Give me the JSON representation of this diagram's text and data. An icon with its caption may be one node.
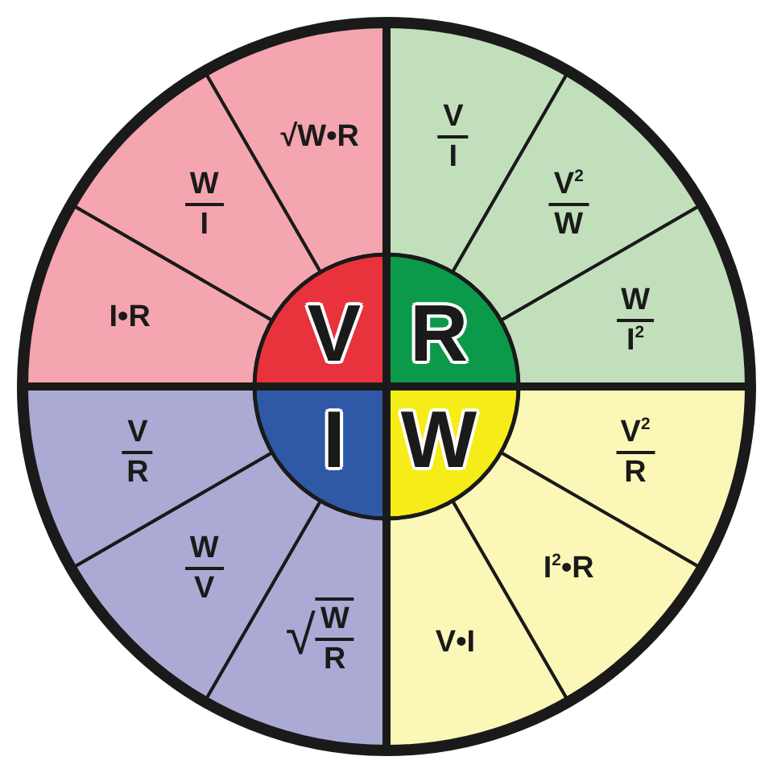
{
  "diagram": {
    "nodes": [
      {
        "text": [
          "V"
        ]
      },
      {
        "text": [
          "R"
        ]
      },
      {
        "text": [
          "I"
        ]
      },
      {
        "text": [
          "W"
        ]
      },
      {
        "text": [
          "√W•R"
        ]
      },
      {
        "text": [
          "W",
          "I"
        ]
      },
      {
        "text": [
          "I•R"
        ]
      },
      {
        "text": [
          "V",
          "I"
        ]
      },
      {
        "text": [
          "V$^{2}$",
          "W"
        ]
      },
      {
        "text": [
          "W",
          "I$^{2}$"
        ]
      },
      {
        "text": [
          "V$^{2}$",
          "R"
        ]
      },
      {
        "text": [
          "I$^{2}$•R"
        ]
      },
      {
        "text": [
          "V•I"
        ]
      },
      {
        "text": [
          "√",
          "W",
          "R"
        ]
      },
      {
        "text": [
          "W",
          "V"
        ]
      },
      {
        "text": [
          "V",
          "R"
        ]
      }
    ]
  }
}
